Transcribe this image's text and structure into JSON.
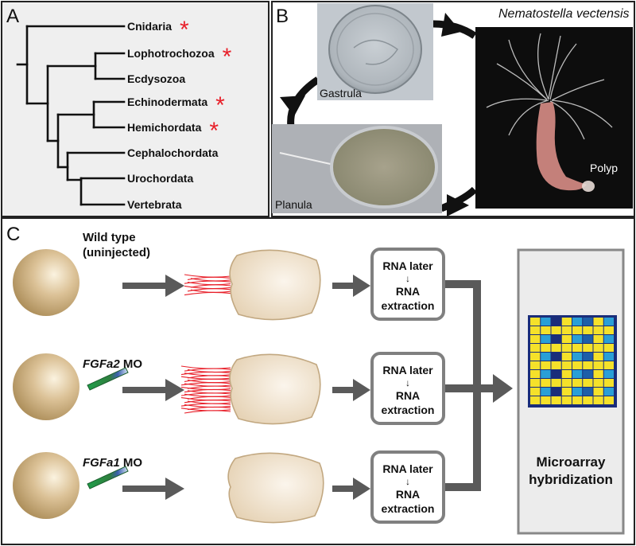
{
  "panels": {
    "a": "A",
    "b": "B",
    "c": "C"
  },
  "tree": {
    "taxa": [
      "Cnidaria",
      "Lophotrochozoa",
      "Ecdysozoa",
      "Echinodermata",
      "Hemichordata",
      "Cephalochordata",
      "Urochordata",
      "Vertebrata"
    ],
    "starred": [
      "Cnidaria",
      "Lophotrochozoa",
      "Echinodermata",
      "Hemichordata"
    ],
    "star_glyph": "*",
    "star_color": "#e8202a"
  },
  "life_cycle": {
    "species": "Nematostella vectensis",
    "stages": [
      "Gastrula",
      "Planula",
      "Polyp"
    ]
  },
  "experiment": {
    "conditions": [
      {
        "label": "Wild type\n(uninjected)",
        "gene": "",
        "suffix": ""
      },
      {
        "label": "",
        "gene": "FGFa2",
        "suffix": " MO"
      },
      {
        "label": "",
        "gene": "FGFa1",
        "suffix": " MO"
      }
    ],
    "box_lines": [
      "RNA later",
      "RNA",
      "extraction"
    ],
    "box_arrow": "↓",
    "result_label": [
      "Microarray",
      "hybridization"
    ],
    "colors": {
      "cilia": "#e8202a",
      "arrow": "#5a5a5a",
      "egg": "#c9a86f",
      "larva": "#ead8bd",
      "chip_blue": "#1e5ea8",
      "chip_cyan": "#2a9fd6",
      "chip_yellow": "#f5e12a",
      "chip_navy": "#1a2d7a"
    }
  }
}
